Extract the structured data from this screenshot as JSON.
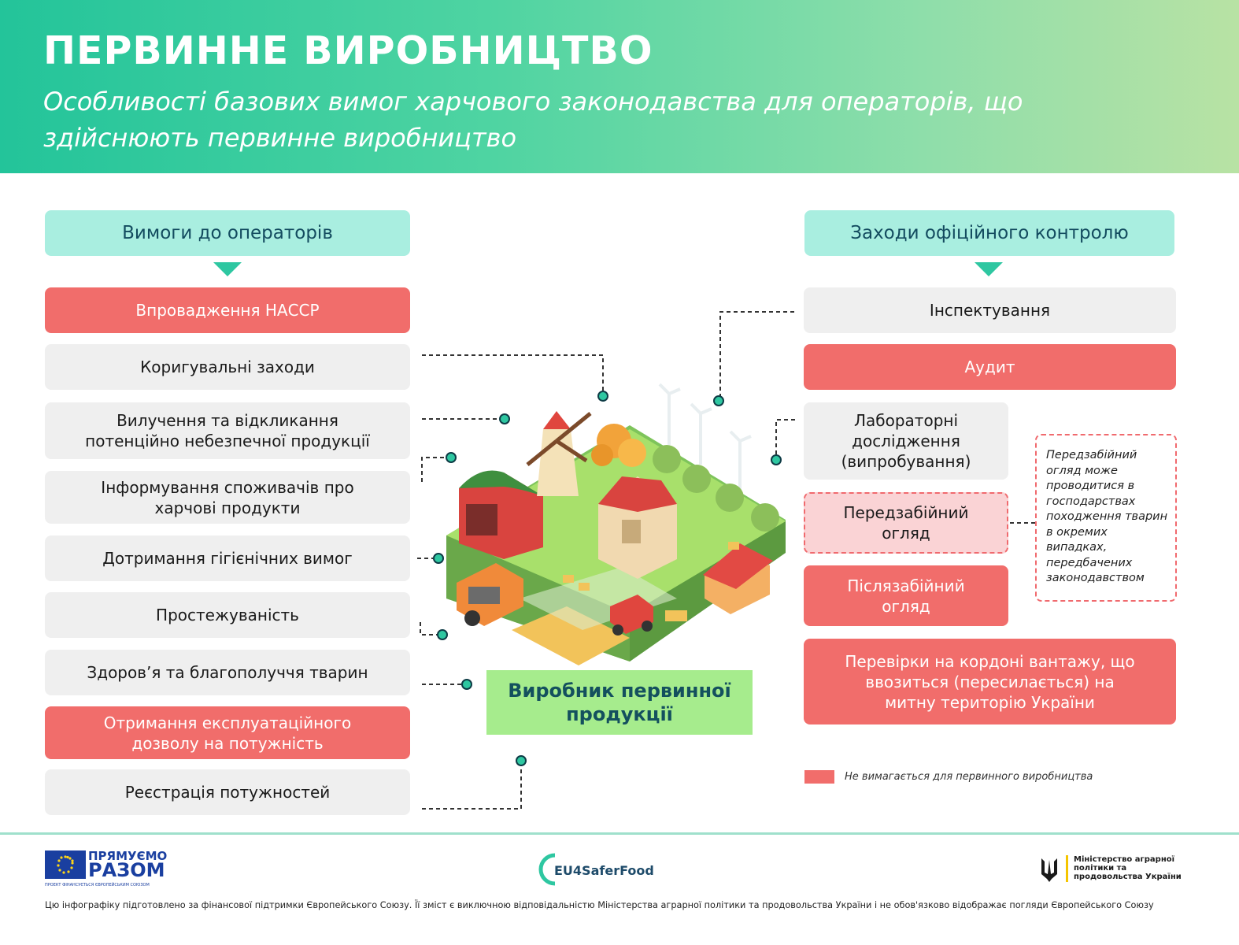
{
  "header": {
    "title": "ПЕРВИННЕ ВИРОБНИЦТВО",
    "subtitle": "Особливості базових вимог харчового законодавства для операторів, що здійснюють первинне виробництво"
  },
  "left_column": {
    "heading": "Вимоги до операторів",
    "items": [
      {
        "label": "Впровадження НАССР",
        "not_required": true
      },
      {
        "label": "Коригувальні заходи",
        "not_required": false
      },
      {
        "label": "Вилучення та відкликання потенційно небезпечної продукції",
        "not_required": false
      },
      {
        "label": "Інформування споживачів про харчові продукти",
        "not_required": false
      },
      {
        "label": "Дотримання гігієнічних вимог",
        "not_required": false
      },
      {
        "label": "Простежуваність",
        "not_required": false
      },
      {
        "label": "Здоров’я та благополуччя тварин",
        "not_required": false
      },
      {
        "label": "Отримання експлуатаційного дозволу на потужність",
        "not_required": true
      },
      {
        "label": "Реєстрація потужностей",
        "not_required": false
      }
    ]
  },
  "right_column": {
    "heading": "Заходи офіційного контролю",
    "items": [
      {
        "label": "Інспектування",
        "not_required": false
      },
      {
        "label": "Аудит",
        "not_required": true
      },
      {
        "label": "Лабораторні дослідження (випробування)",
        "not_required": false
      },
      {
        "label": "Передзабійний огляд",
        "not_required": false
      },
      {
        "label": "Післязабійний огляд",
        "not_required": true
      },
      {
        "label": "Перевірки на кордоні вантажу, що ввозиться (пересилається) на митну територію України",
        "not_required": true
      }
    ],
    "note": "Передзабійний огляд може проводитися в господарствах походження тварин в окремих випадках, передбачених законодавством"
  },
  "center": {
    "label": "Виробник первинної продукції"
  },
  "legend": {
    "text": "Не вимагається для первинного виробництва",
    "color": "#f16d6b"
  },
  "footer": {
    "eu_logo_line1": "ПРЯМУЄМО",
    "eu_logo_line2": "РАЗОМ",
    "eu_logo_small": "ПРОЕКТ ФІНАНСУЄТЬСЯ ЄВРОПЕЙСЬКИМ СОЮЗОМ",
    "project_logo": "EU4SaferFood",
    "ministry": "Міністерство аграрної політики та продовольства України",
    "disclaimer": "Цю інфографіку підготовлено за фінансової підтримки Європейського Союзу. Її зміст є виключною відповідальністю Міністерства аграрної політики та продовольства України і не обов'язково відображає погляди Європейського Союзу"
  },
  "colors": {
    "accent": "#2ec7a1",
    "heading_bg": "#a9eee0",
    "not_required": "#f16d6b",
    "neutral_box": "#efefef",
    "producer_bg": "#a6ec8d"
  }
}
